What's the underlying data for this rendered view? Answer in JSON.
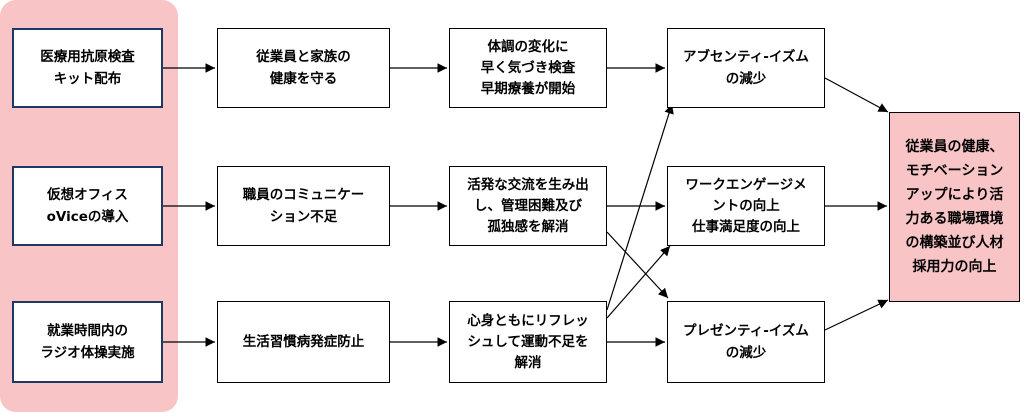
{
  "column1": [
    {
      "id": "c1r1",
      "text": "医療用抗原検査\nキット配布"
    },
    {
      "id": "c1r2",
      "text": "仮想オフィス\noViceの導入"
    },
    {
      "id": "c1r3",
      "text": "就業時間内の\nラジオ体操実施"
    }
  ],
  "column2": [
    {
      "id": "c2r1",
      "text": "従業員と家族の\n健康を守る"
    },
    {
      "id": "c2r2",
      "text": "職員のコミュニケー\nション不足"
    },
    {
      "id": "c2r3",
      "text": "生活習慣病発症防止"
    }
  ],
  "column3": [
    {
      "id": "c3r1",
      "text": "体調の変化に\n早く気づき検査\n早期療養が開始"
    },
    {
      "id": "c3r2",
      "text": "活発な交流を生み出\nし、管理困難及び\n孤独感を解消"
    },
    {
      "id": "c3r3",
      "text": "心身ともにリフレッ\nシュして運動不足を\n解消"
    }
  ],
  "column4": [
    {
      "id": "c4r1",
      "text": "アブセンティ-イズム\nの減少"
    },
    {
      "id": "c4r2",
      "text": "ワークエンゲージメ\nントの向上\n仕事満足度の向上"
    },
    {
      "id": "c4r3",
      "text": "プレゼンティ-イズム\nの減少"
    }
  ],
  "goal": {
    "id": "goal",
    "text": "従業員の健康、\nモチベーション\nアップにより活\n力ある職場環境\nの構築並び人材\n採用力の向上"
  },
  "colors": {
    "panel": "#f9c4c6",
    "goal_fill": "#f9c4c6",
    "source_border": "#1f3864",
    "arrow": "#000000"
  }
}
